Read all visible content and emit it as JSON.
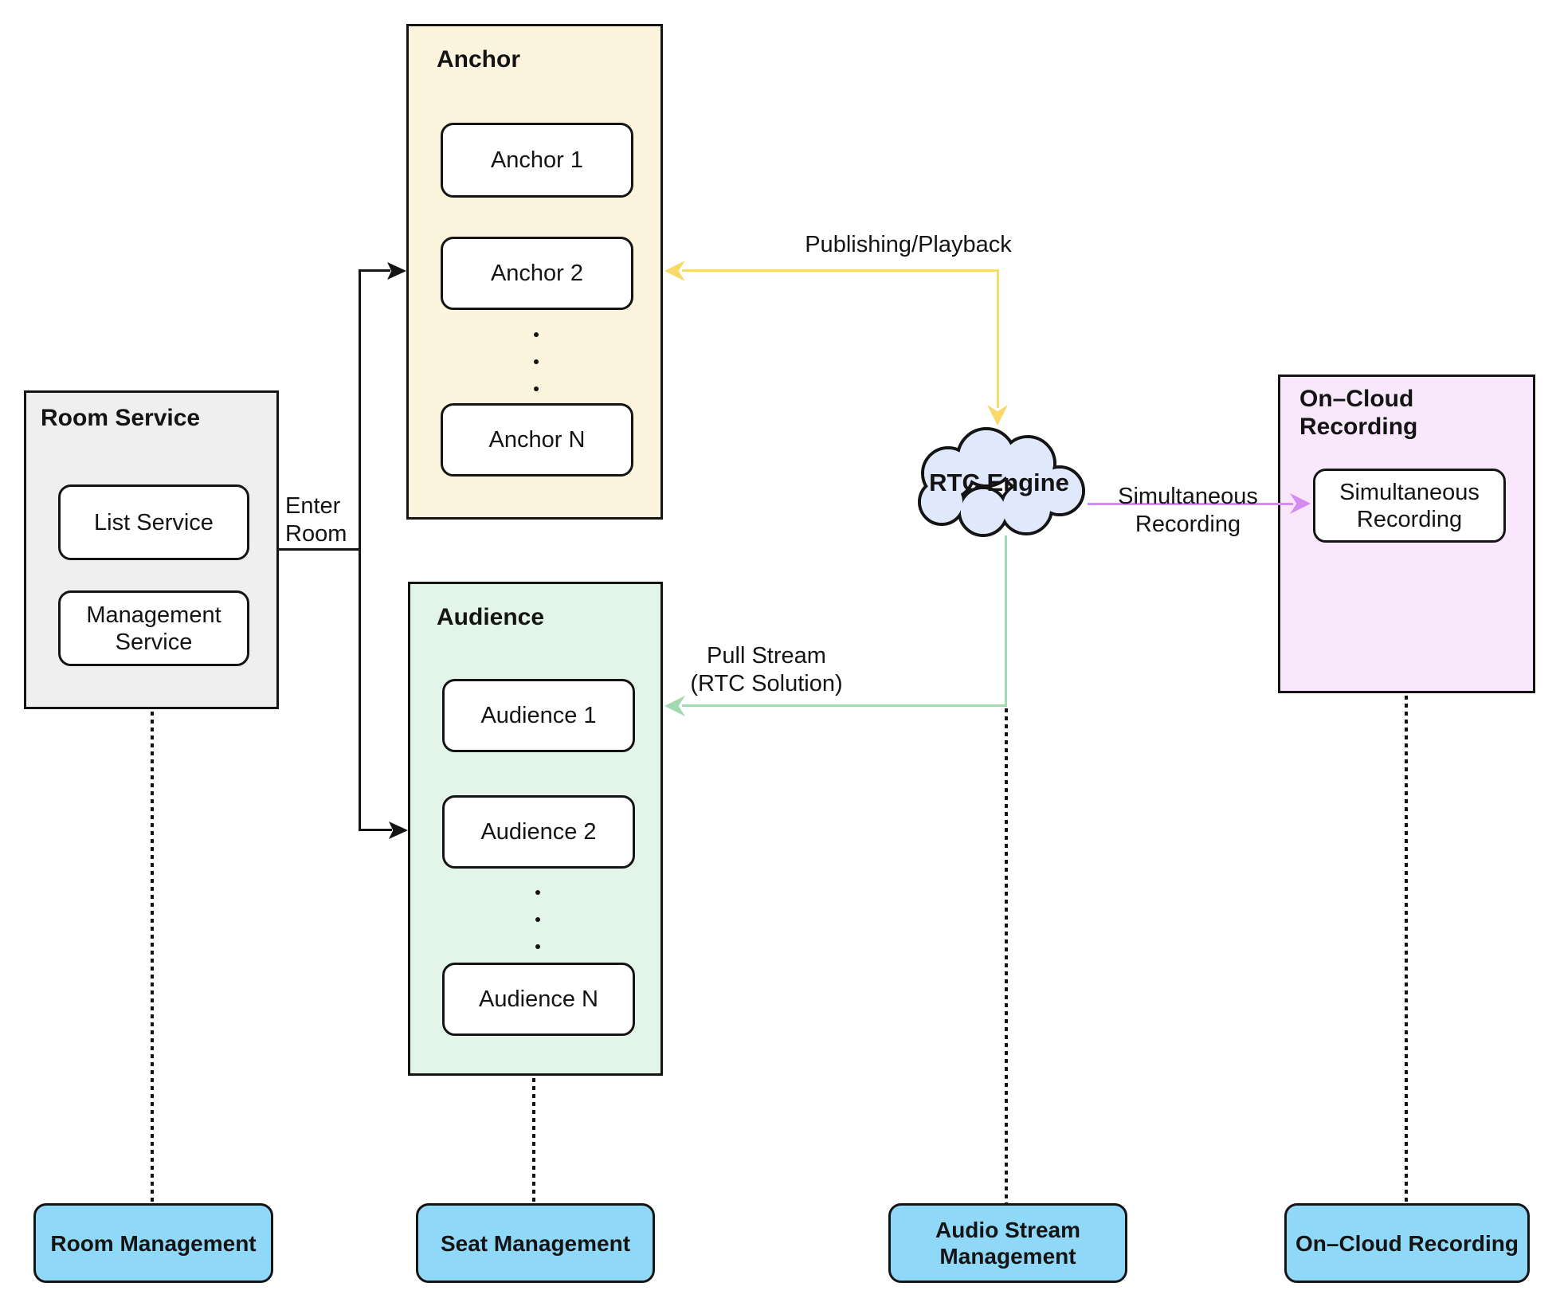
{
  "groups": {
    "room_service": {
      "title": "Room Service",
      "items": [
        "List Service",
        "Management Service"
      ]
    },
    "anchor": {
      "title": "Anchor",
      "items": [
        "Anchor 1",
        "Anchor 2",
        "Anchor N"
      ]
    },
    "audience": {
      "title": "Audience",
      "items": [
        "Audience 1",
        "Audience 2",
        "Audience N"
      ]
    },
    "on_cloud_recording": {
      "title": "On–Cloud Recording",
      "items": [
        "Simultaneous Recording"
      ]
    }
  },
  "cloud": {
    "label": "RTC Engine"
  },
  "edge_labels": {
    "enter_room": "Enter Room",
    "publishing_playback": "Publishing/Playback",
    "pull_stream_line1": "Pull Stream",
    "pull_stream_line2": "(RTC Solution)",
    "simultaneous_recording": "Simultaneous Recording"
  },
  "bottom_row": [
    "Room Management",
    "Seat Management",
    "Audio Stream Management",
    "On–Cloud Recording"
  ],
  "colors": {
    "anchor_bg": "#fcf4dc",
    "audience_bg": "#e3f5e9",
    "room_service_bg": "#efefef",
    "recording_bg": "#f9e8fc",
    "cloud_bg": "#e0e9fc",
    "pill_bg": "#8fd8f8",
    "publish_arrow": "#fbd969",
    "pull_arrow": "#a2d9b1",
    "recording_arrow": "#d48bf2",
    "line": "#141414"
  }
}
